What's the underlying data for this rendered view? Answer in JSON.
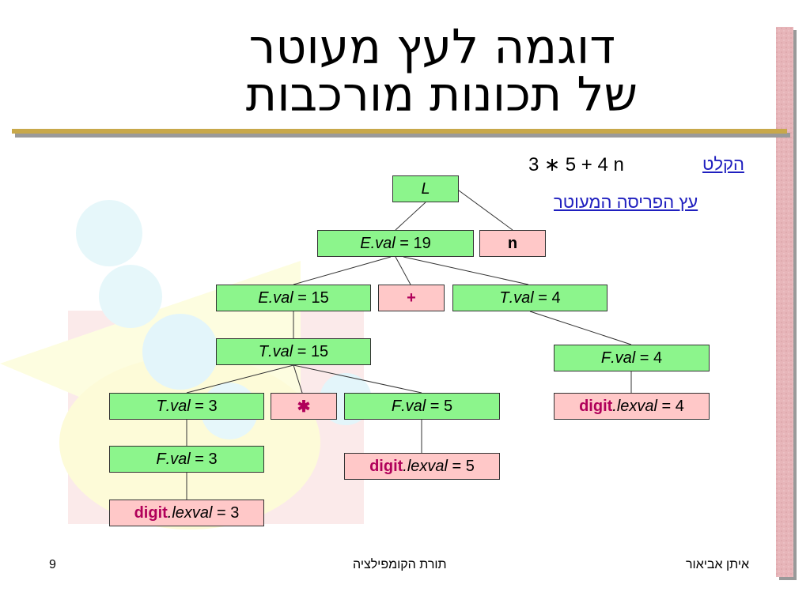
{
  "slide": {
    "title_line1": "דוגמה לעץ מעוטר",
    "title_line2": "של תכונות מורכבות",
    "input_label": "הקלט",
    "input_expr": "3 ∗ 5 + 4 n",
    "tree_label": "עץ הפריסה המעוטר"
  },
  "nodes": {
    "L": {
      "sym": "L"
    },
    "E1": {
      "sym": "E",
      "attr": ".val",
      "eq": " = ",
      "value": "19"
    },
    "n": {
      "tok": "n"
    },
    "E2": {
      "sym": "E",
      "attr": ".val",
      "eq": " = ",
      "value": "15"
    },
    "plus": {
      "tok": "+"
    },
    "T1": {
      "sym": "T",
      "attr": ".val",
      "eq": " = ",
      "value": "4"
    },
    "T2": {
      "sym": "T",
      "attr": ".val",
      "eq": " = ",
      "value": "15"
    },
    "F1": {
      "sym": "F",
      "attr": ".val",
      "eq": " = ",
      "value": "4"
    },
    "T3": {
      "sym": "T",
      "attr": ".val",
      "eq": " = ",
      "value": "3"
    },
    "star": {
      "tok": "✱"
    },
    "F2": {
      "sym": "F",
      "attr": ".val",
      "eq": " = ",
      "value": "5"
    },
    "D1": {
      "tok": "digit",
      "attr": ".lexval",
      "eq": " = ",
      "value": "4"
    },
    "F3": {
      "sym": "F",
      "attr": ".val",
      "eq": " = ",
      "value": "3"
    },
    "D2": {
      "tok": "digit",
      "attr": ".lexval",
      "eq": " = ",
      "value": "5"
    },
    "D3": {
      "tok": "digit",
      "attr": ".lexval",
      "eq": " = ",
      "value": "3"
    }
  },
  "footer": {
    "page_number": "9",
    "course": "תורת הקומפילציה",
    "author": "איתן אביאור"
  },
  "colors": {
    "node_green": "#8cf58c",
    "node_pink": "#ffc8c8",
    "token_text": "#b0005a",
    "link_text": "#1f1fbf",
    "title_rule": "#c8a84a",
    "sidebar": "#e8b4b8"
  }
}
